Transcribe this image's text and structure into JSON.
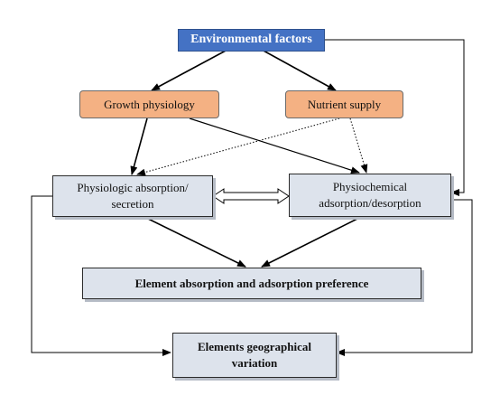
{
  "nodes": {
    "environmental_factors": "Environmental factors",
    "growth_physiology": "Growth physiology",
    "nutrient_supply": "Nutrient supply",
    "physiologic_absorption": [
      "Physiologic absorption/",
      "secretion"
    ],
    "physiochemical_adsorption": [
      "Physiochemical",
      "adsorption/desorption"
    ],
    "element_preference": "Element absorption and adsorption preference",
    "geographical_variation": [
      "Elements geographical",
      "variation"
    ]
  },
  "colors": {
    "top_node": "#4472c4",
    "middle_nodes": "#f4b183",
    "lower_nodes": "#dde3ec"
  }
}
